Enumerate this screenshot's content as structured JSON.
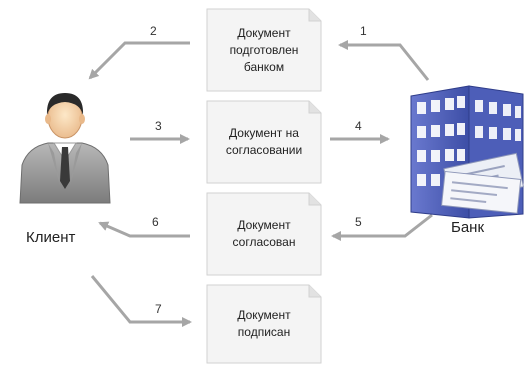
{
  "actors": {
    "client": "Клиент",
    "bank": "Банк"
  },
  "documents": [
    {
      "id": "d1",
      "text": "Документ\nподготовлен\nбанком"
    },
    {
      "id": "d2",
      "text": "Документ на\nсогласовании"
    },
    {
      "id": "d3",
      "text": "Документ\nсогласован"
    },
    {
      "id": "d4",
      "text": "Документ\nподписан"
    }
  ],
  "steps": [
    "1",
    "2",
    "3",
    "4",
    "5",
    "6",
    "7"
  ],
  "icons": {
    "client": "person-icon",
    "bank": "bank-building-icon"
  },
  "colors": {
    "arrow": "#a6a6a6",
    "doc_fill": "#f4f4f4",
    "doc_stroke": "#d2d2d2",
    "building": "#4a5bb5"
  }
}
